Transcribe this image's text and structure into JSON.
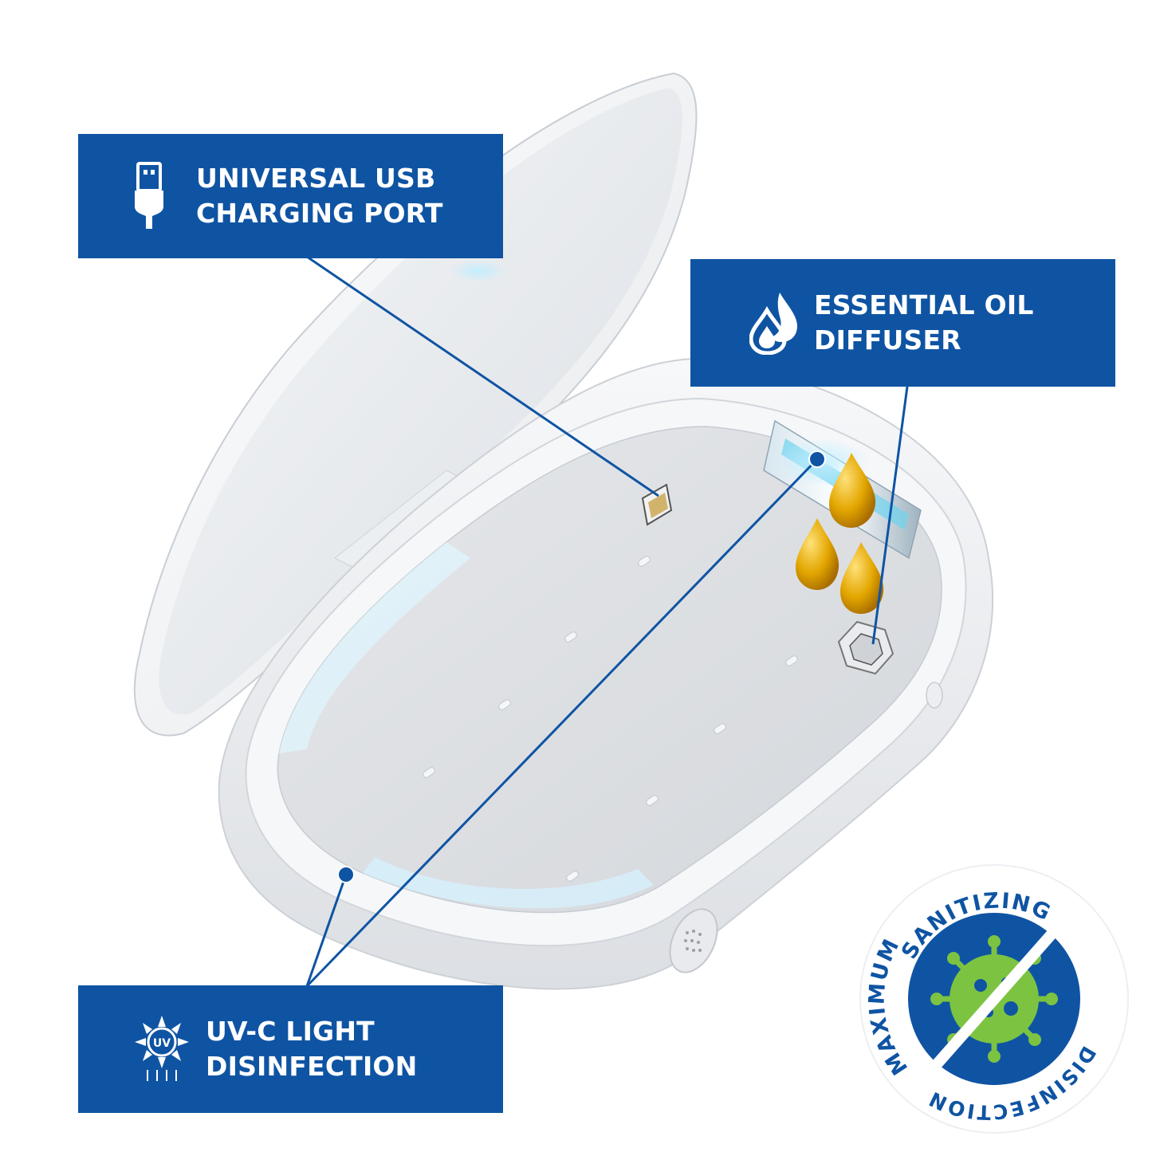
{
  "callouts": {
    "usb": {
      "line1": "UNIVERSAL USB",
      "line2": "CHARGING PORT",
      "icon": "usb-plug-icon"
    },
    "oil": {
      "line1": "ESSENTIAL OIL",
      "line2": "DIFFUSER",
      "icon": "water-drops-icon"
    },
    "uv": {
      "line1": "UV-C LIGHT",
      "line2": "DISINFECTION",
      "icon": "uv-sun-icon",
      "icon_text": "UV"
    }
  },
  "badge": {
    "top_text": "SANITIZING",
    "left_text": "MAXIMUM",
    "right_text": "DISINFECTION",
    "icon": "virus-crossed-icon"
  },
  "colors": {
    "callout_blue": "#0f54a3",
    "virus_green": "#7cc342",
    "oil_gold": "#e6a800",
    "uv_glow": "#8fd8f2"
  }
}
